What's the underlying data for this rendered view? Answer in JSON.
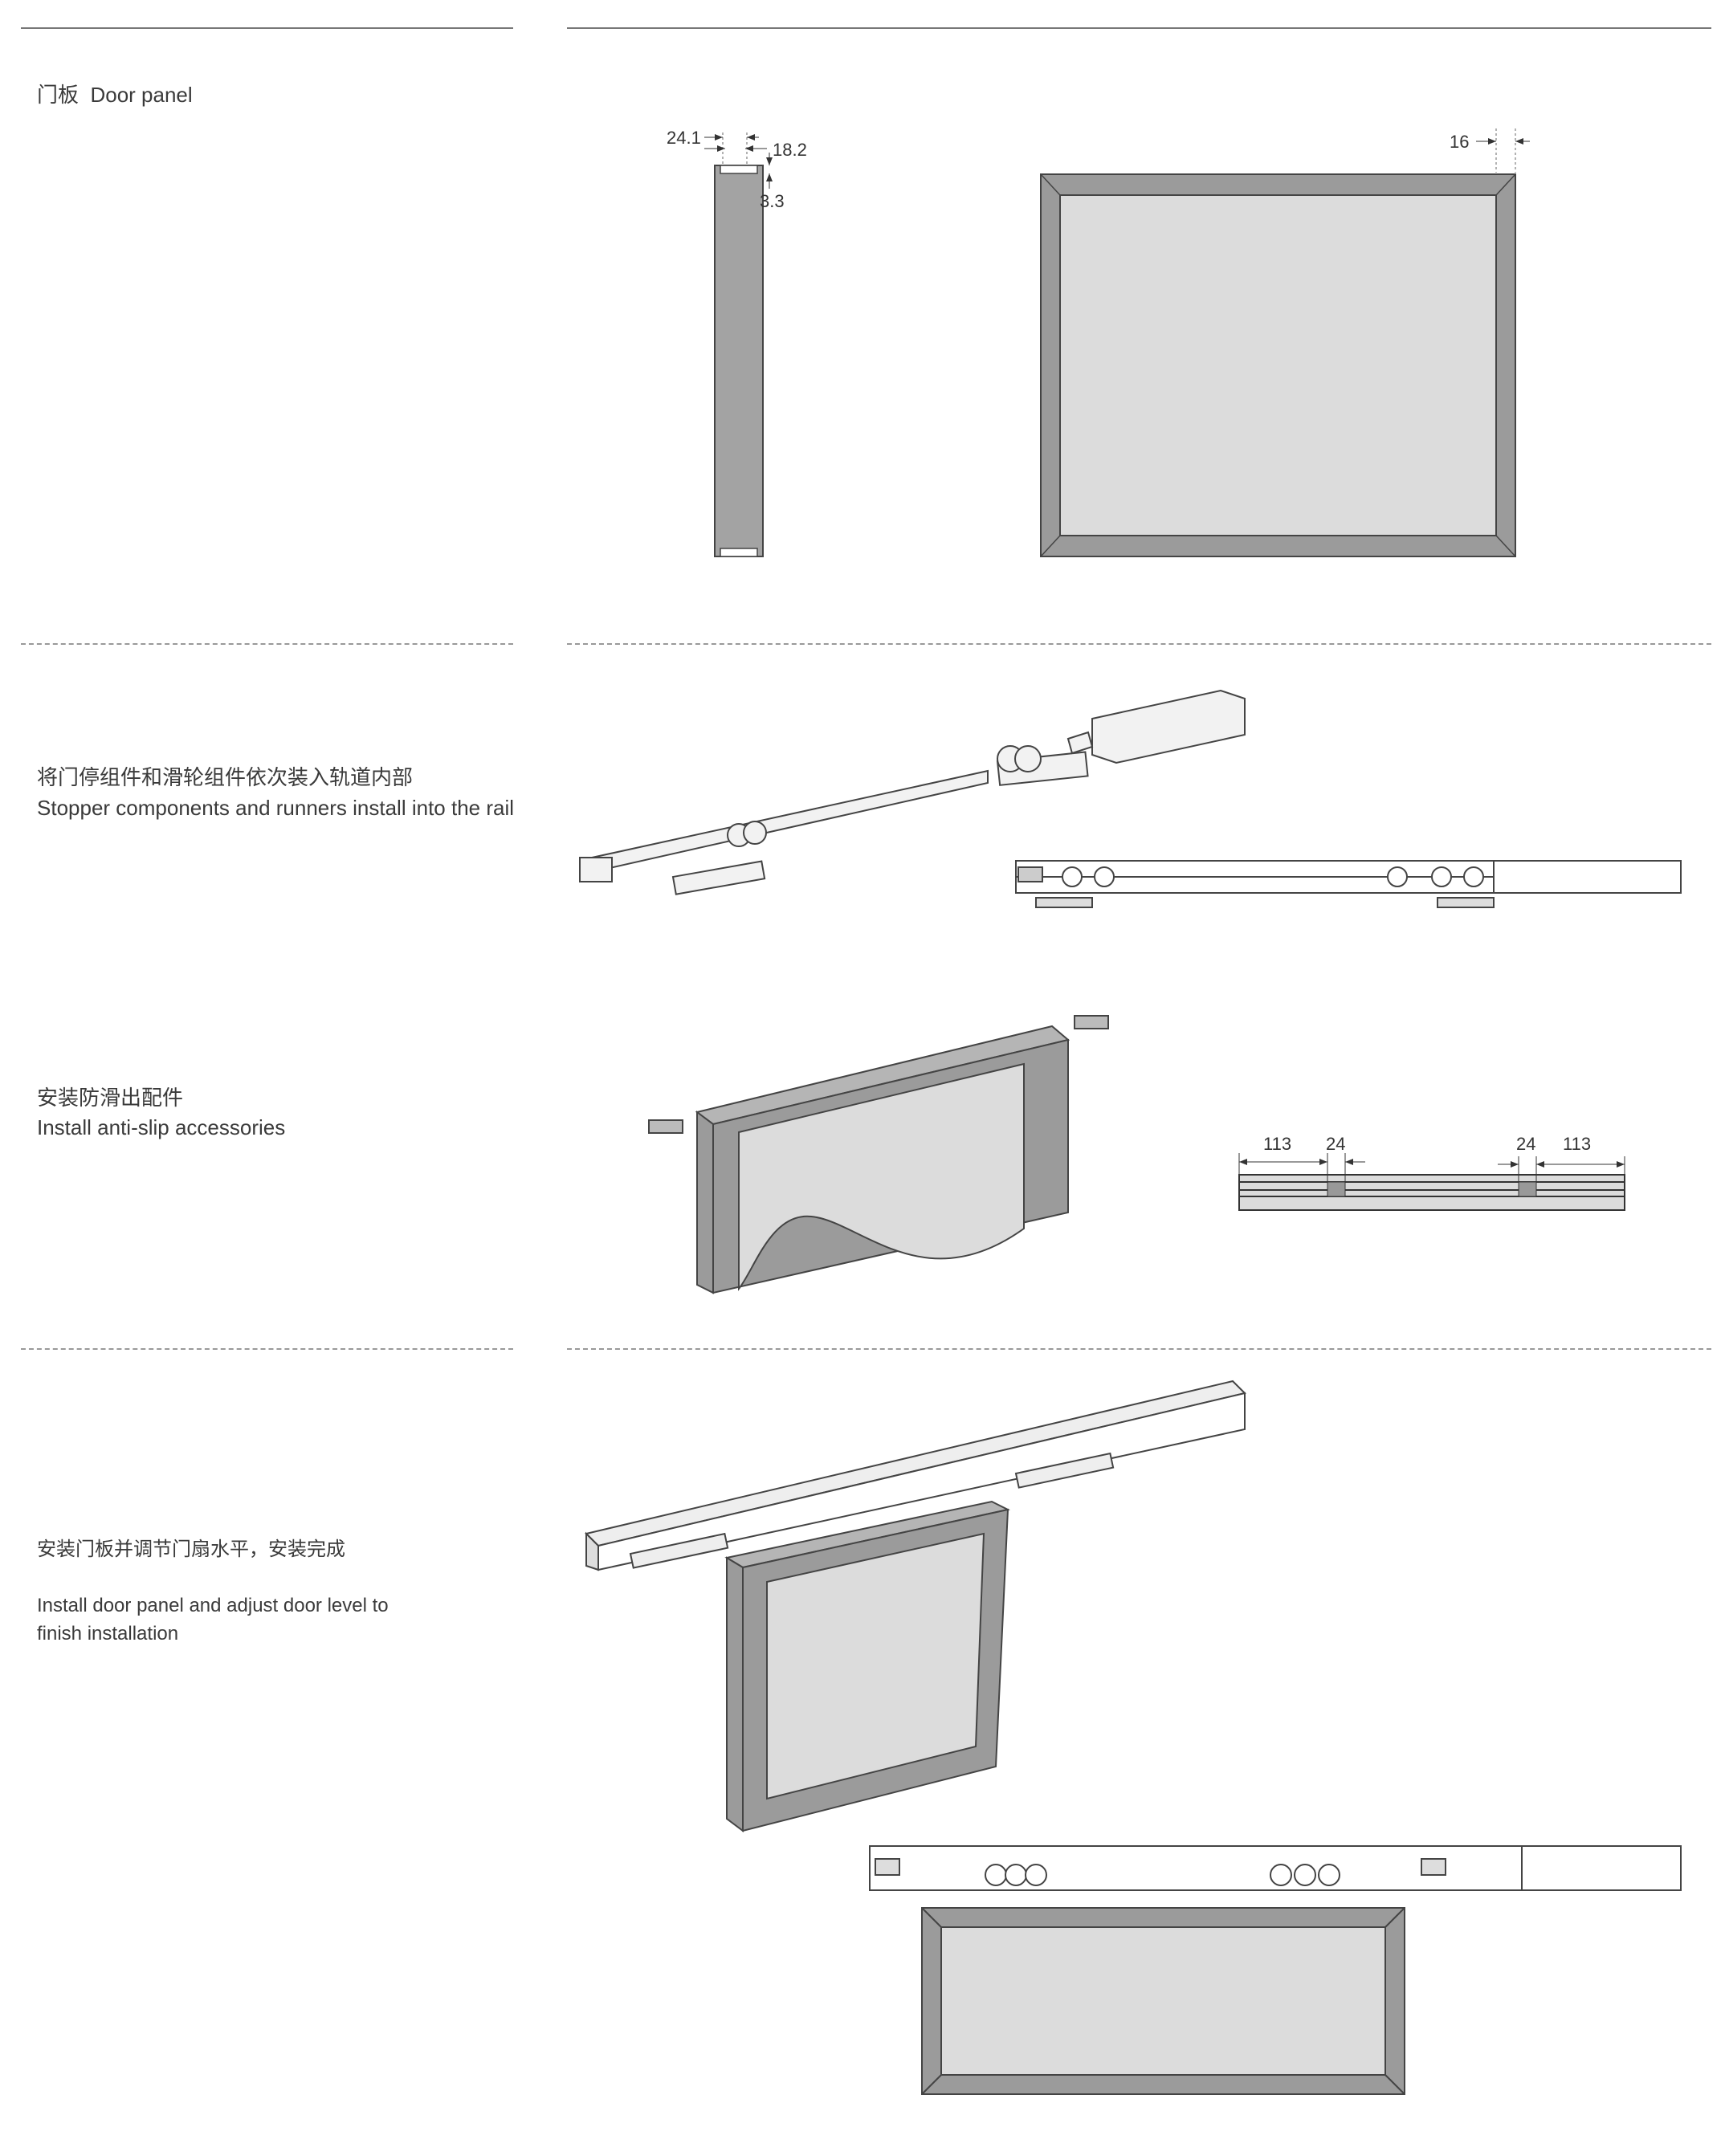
{
  "sections": [
    {
      "title_cn": "门板",
      "title_en": "Door panel"
    },
    {
      "title_cn": "将门停组件和滑轮组件依次装入轨道内部",
      "title_en": "Stopper components and runners install into the rail"
    },
    {
      "title_cn": "安装防滑出配件",
      "title_en": "Install anti-slip accessories"
    },
    {
      "title_cn": "安装门板并调节门扇水平，安装完成",
      "title_en_line1": "Install door panel  and adjust door level to",
      "title_en_line2": "finish installation"
    }
  ],
  "dimensions": {
    "profile_width_outer": "24.1",
    "profile_width_inner": "18.2",
    "groove_depth": "3.3",
    "frame_width": "16",
    "left_offset": "113",
    "left_clip": "24",
    "right_clip": "24",
    "right_offset": "113"
  },
  "colors": {
    "frame": "#9b9b9b",
    "glass": "#dcdcdc",
    "line": "#333333"
  }
}
